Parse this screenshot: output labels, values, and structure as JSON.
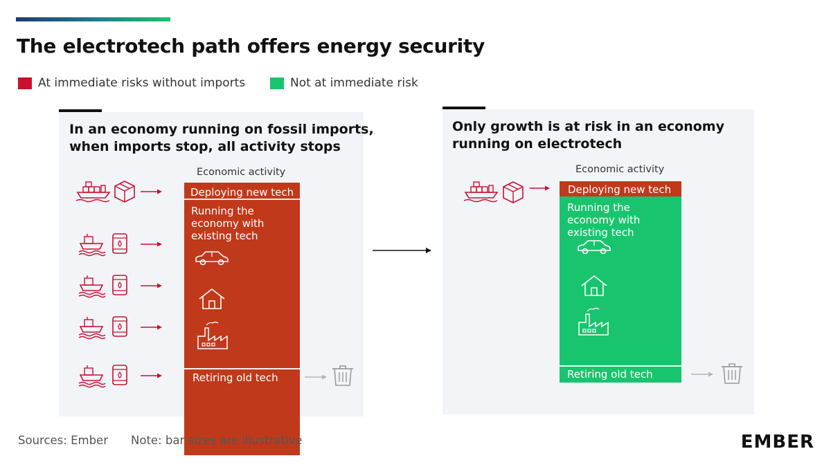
{
  "title": "The electrotech path offers energy security",
  "legend": [
    {
      "label": "At immediate risks without imports",
      "color": "#c8102e"
    },
    {
      "label": "Not at immediate risk",
      "color": "#19c46e"
    }
  ],
  "colors": {
    "risk_bar": "#c0391b",
    "safe_bar": "#19c46e",
    "icon_red": "#c8102e"
  },
  "left_panel": {
    "title_line1": "In an economy running on fossil imports,",
    "title_line2": "when imports stop, all activity stops",
    "econ_label": "Economic activity",
    "top_segment": "Deploying new tech",
    "middle_line1": "Running the",
    "middle_line2": "economy with",
    "middle_line3": "existing tech",
    "bottom_segment": "Retiring old tech"
  },
  "right_panel": {
    "title_line1": "Only growth is at risk in an economy",
    "title_line2": "running on electrotech",
    "econ_label": "Economic activity",
    "top_segment": "Deploying new tech",
    "middle_line1": "Running the",
    "middle_line2": "economy with",
    "middle_line3": "existing tech",
    "bottom_segment": "Retiring old tech"
  },
  "footer": {
    "sources": "Sources: Ember",
    "note": "Note: bar sizes are illustrative"
  },
  "logo": "EMBER"
}
